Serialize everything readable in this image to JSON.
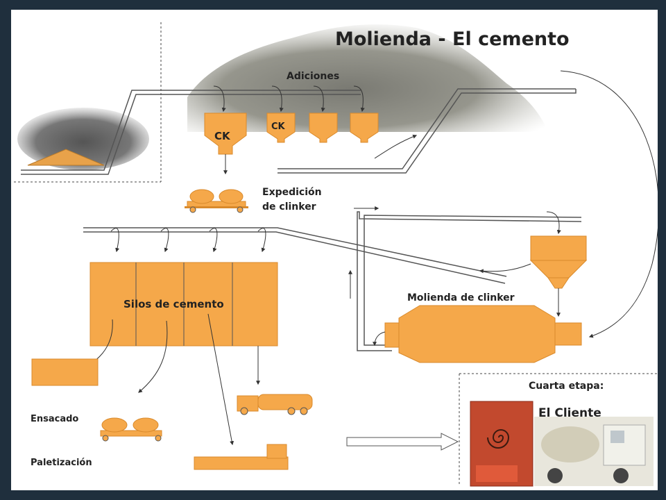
{
  "title": "Molienda - El cemento",
  "labels": {
    "adiciones": "Adiciones",
    "ck1": "CK",
    "ck2": "CK",
    "expedicion_line1": "Expedición",
    "expedicion_line2": "de clinker",
    "silos": "Silos de cemento",
    "molienda_clinker": "Molienda de clinker",
    "ensacado": "Ensacado",
    "paletizacion": "Paletización",
    "cuarta_etapa": "Cuarta etapa:",
    "el_cliente": "El Cliente"
  },
  "colors": {
    "orange": "#F5A84A",
    "orange_dark": "#D98A2C",
    "line": "#555555",
    "background": "#1f2f3d"
  }
}
